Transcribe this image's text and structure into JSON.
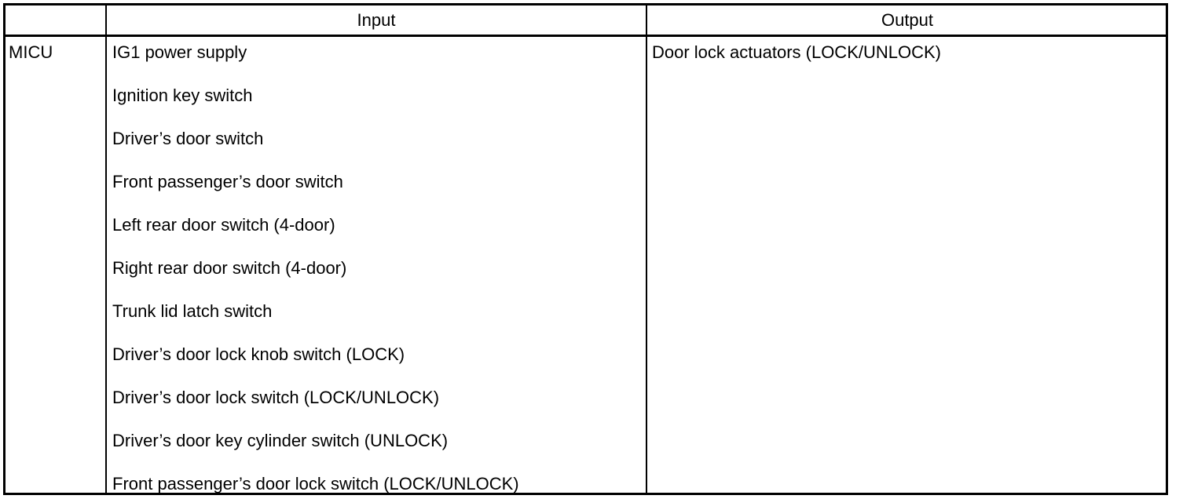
{
  "table": {
    "header": {
      "corner_label": "",
      "input_label": "Input",
      "output_label": "Output"
    },
    "rows": [
      {
        "label": "MICU",
        "inputs": [
          "IG1 power supply",
          "Ignition key switch",
          "Driver’s door switch",
          "Front passenger’s door switch",
          "Left rear door switch (4-door)",
          "Right rear door switch (4-door)",
          "Trunk lid latch switch",
          "Driver’s door lock knob switch (LOCK)",
          "Driver’s door lock switch (LOCK/UNLOCK)",
          "Driver’s door key cylinder switch (UNLOCK)",
          "Front passenger’s door lock switch (LOCK/UNLOCK)"
        ],
        "outputs": [
          "Door lock actuators (LOCK/UNLOCK)"
        ]
      }
    ]
  },
  "colors": {
    "border": "#000000",
    "text": "#000000",
    "background": "#ffffff"
  }
}
